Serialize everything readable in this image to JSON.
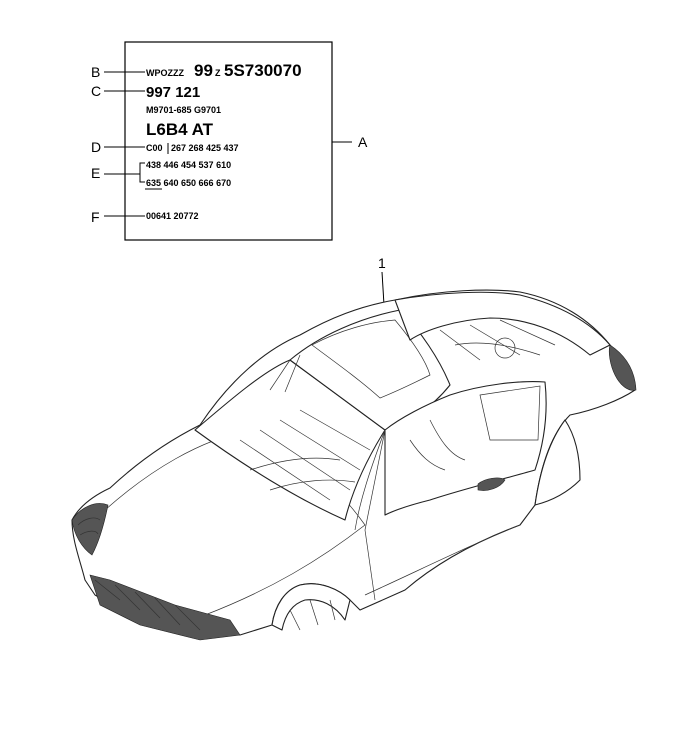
{
  "plate": {
    "callouts": [
      "A",
      "B",
      "C",
      "D",
      "E",
      "F"
    ],
    "row_b": {
      "small": "WPOZZZ",
      "big1": "99",
      "sub": "Z",
      "big2": "5S730070"
    },
    "row_c": "997 121",
    "row_m": "M9701-685   G9701",
    "row_l": "L6B4   AT",
    "row_d": {
      "prefix": "C00",
      "codes": "267  268  425  437"
    },
    "row_e1": "438  446  454  537  610",
    "row_e2": "635  640  650  666  670",
    "row_f": "00641  20772"
  },
  "car": {
    "part_number": "1"
  }
}
